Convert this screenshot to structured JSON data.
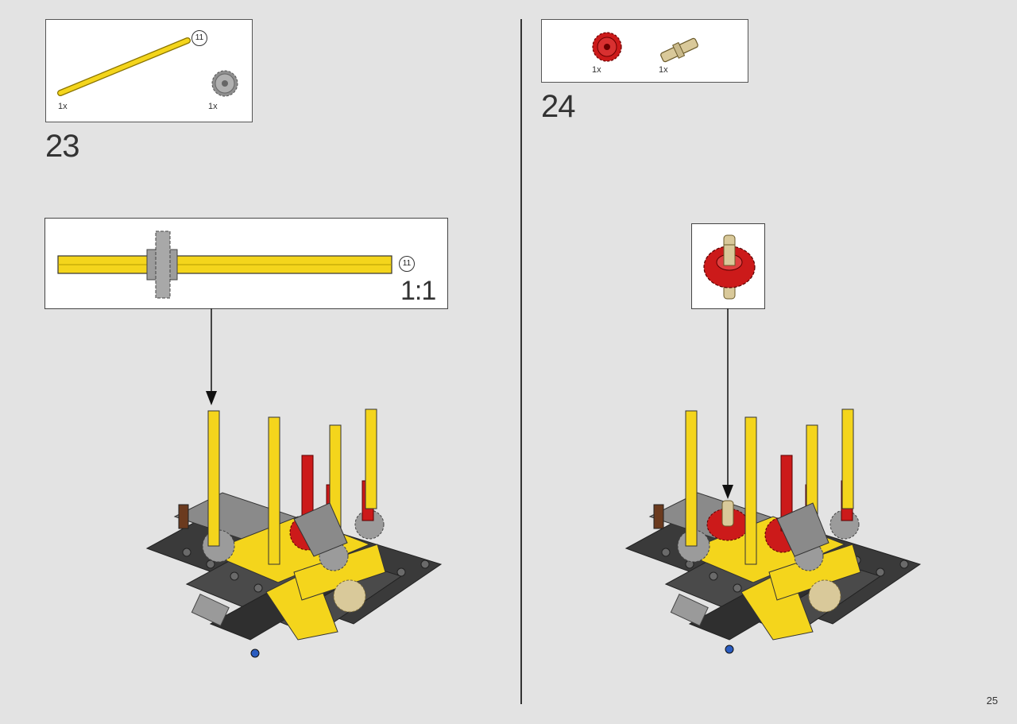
{
  "page": {
    "number": "25"
  },
  "step23": {
    "number": "23",
    "parts": [
      {
        "name": "yellow-axle-11",
        "quantity": "1x",
        "length_badge": "11",
        "color": "#f4d51c"
      },
      {
        "name": "light-gray-gear",
        "quantity": "1x",
        "color": "#9b9b9b"
      }
    ],
    "callout": {
      "scale": "1:1",
      "length_badge": "11"
    }
  },
  "step24": {
    "number": "24",
    "parts": [
      {
        "name": "red-gear",
        "quantity": "1x",
        "color": "#cc1a1a"
      },
      {
        "name": "tan-axle-pin",
        "quantity": "1x",
        "color": "#d9c99a"
      }
    ]
  },
  "colors": {
    "background": "#e3e3e3",
    "yellow": "#f4d51c",
    "red": "#cc1a1a",
    "dark_gray": "#3a3a3a",
    "tan": "#d9c99a"
  }
}
